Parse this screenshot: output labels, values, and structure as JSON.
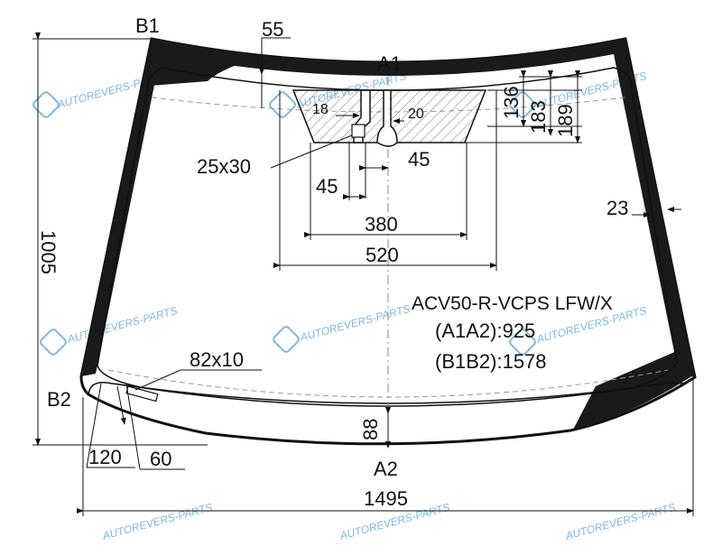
{
  "diagram": {
    "part_code": "ACV50-R-VCPS LFW/X",
    "a1a2": "(A1A2):925",
    "b1b2": "(B1B2):1578",
    "points": {
      "b1": "B1",
      "b2": "B2",
      "a1": "A1",
      "a2": "A2"
    },
    "dimensions": {
      "d55": "55",
      "d18": "18",
      "d20": "20",
      "d136": "136",
      "d183": "183",
      "d189": "189",
      "d25x30": "25x30",
      "d45_right": "45",
      "d45_left": "45",
      "d380": "380",
      "d520": "520",
      "d23": "23",
      "d1005": "1005",
      "d82x10": "82x10",
      "d88": "88",
      "d120": "120",
      "d60": "60",
      "d1495": "1495"
    },
    "watermark": "AUTOREVERS-PARTS",
    "colors": {
      "line": "#111111",
      "fill_dark": "#1a1a1a",
      "watermark": "#7fb7e0"
    }
  }
}
